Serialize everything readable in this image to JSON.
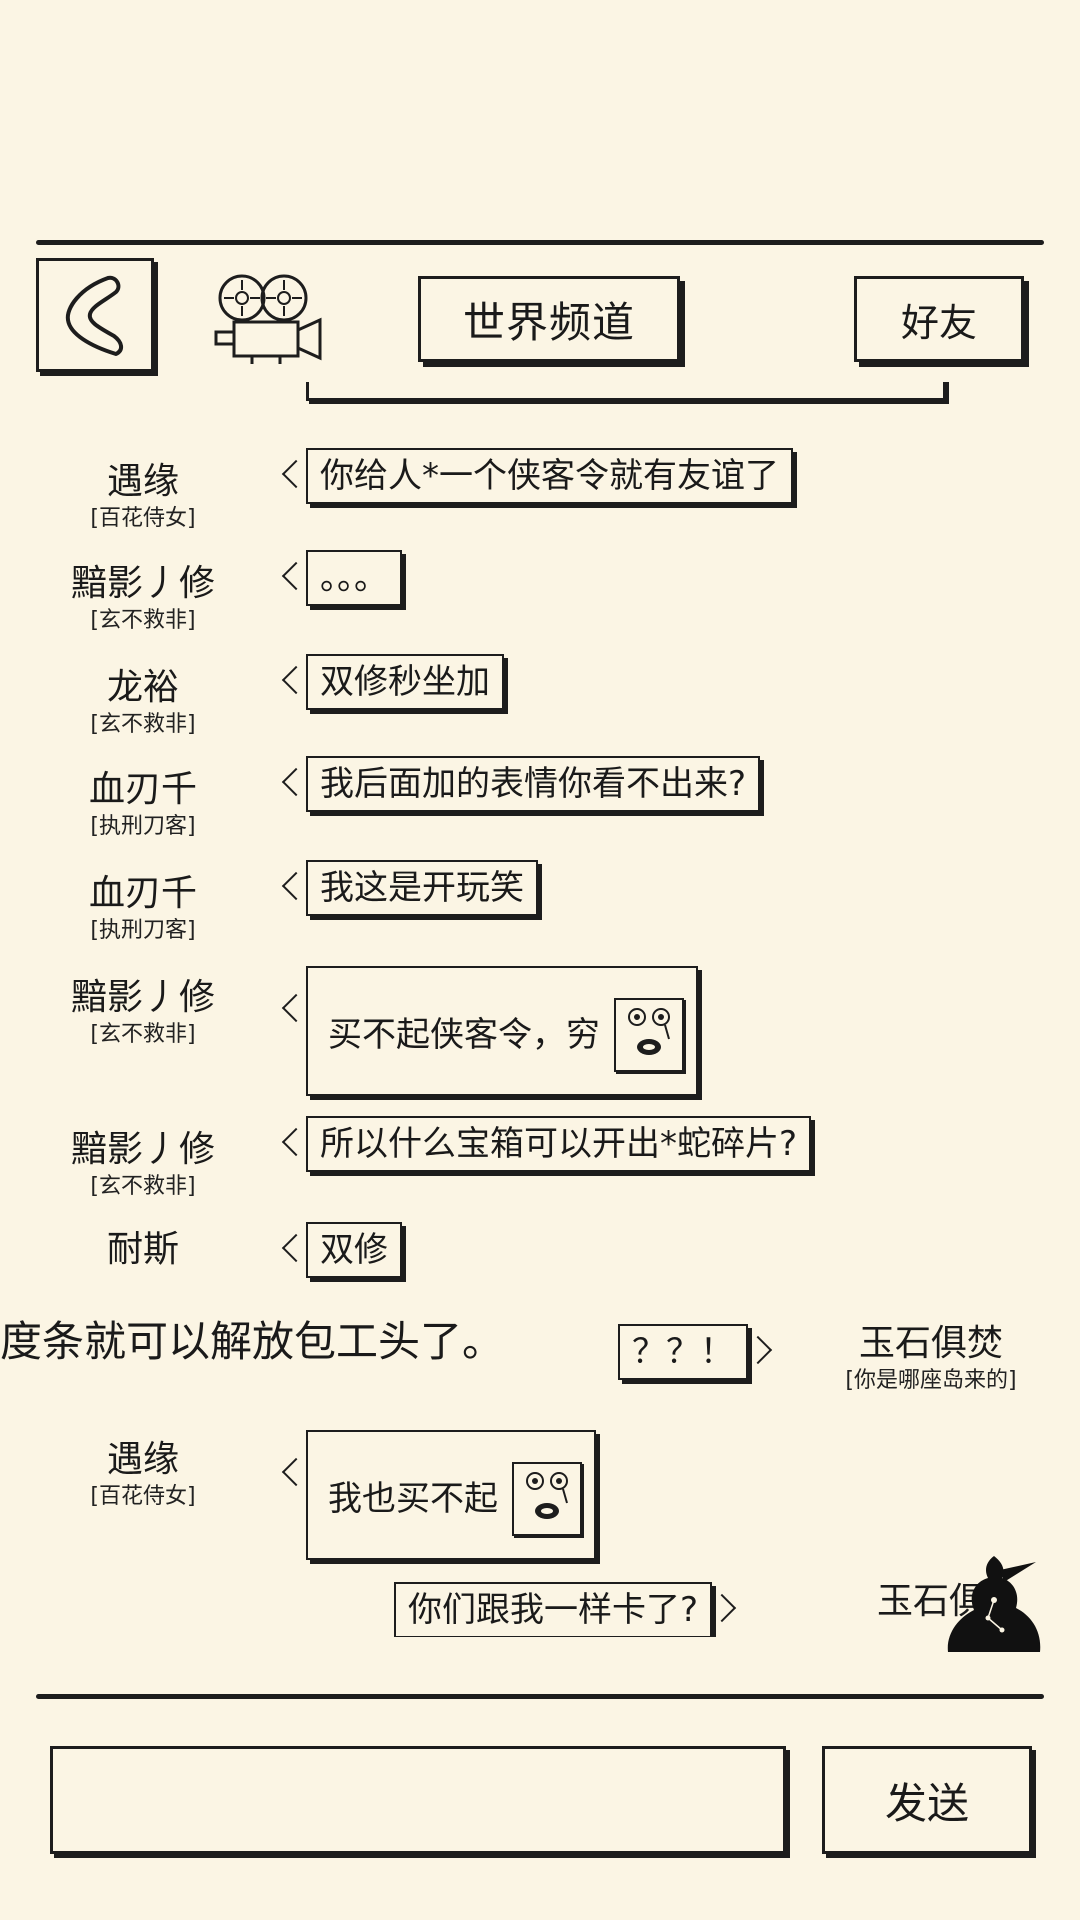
{
  "header": {
    "back_icon": "back-chevron-icon",
    "camera_icon": "movie-camera-icon",
    "tab_world": "世界频道",
    "tab_friends": "好友"
  },
  "messages": [
    {
      "side": "left",
      "name": "遇缘",
      "title": "[百花侍女]",
      "text": "你给人*一个侠客令就有友谊了"
    },
    {
      "side": "left",
      "name": "黯影丿修",
      "title": "[玄不救非]",
      "text": "。。。"
    },
    {
      "side": "left",
      "name": "龙裕",
      "title": "[玄不救非]",
      "text": "双修秒坐加"
    },
    {
      "side": "left",
      "name": "血刃千",
      "title": "[执刑刀客]",
      "text": "我后面加的表情你看不出来?"
    },
    {
      "side": "left",
      "name": "血刃千",
      "title": "[执刑刀客]",
      "text": "我这是开玩笑"
    },
    {
      "side": "left",
      "name": "黯影丿修",
      "title": "[玄不救非]",
      "text": "买不起侠客令，穷",
      "emoji": "crying-face-icon"
    },
    {
      "side": "left",
      "name": "黯影丿修",
      "title": "[玄不救非]",
      "text": "所以什么宝箱可以开出*蛇碎片?"
    },
    {
      "side": "left",
      "name": "耐斯",
      "title": "",
      "text": "双修"
    },
    {
      "side": "right",
      "name": "玉石俱焚",
      "title": "[你是哪座岛来的]",
      "text": "？？！"
    },
    {
      "side": "left",
      "name": "遇缘",
      "title": "[百花侍女]",
      "text": "我也买不起",
      "emoji": "crying-face-icon"
    },
    {
      "side": "right",
      "name": "玉石俱",
      "title": "",
      "text": "你们跟我一样卡了?"
    }
  ],
  "overflow_text": "度条就可以解放包工头了。",
  "input": {
    "value": "",
    "placeholder": ""
  },
  "send_label": "发送"
}
